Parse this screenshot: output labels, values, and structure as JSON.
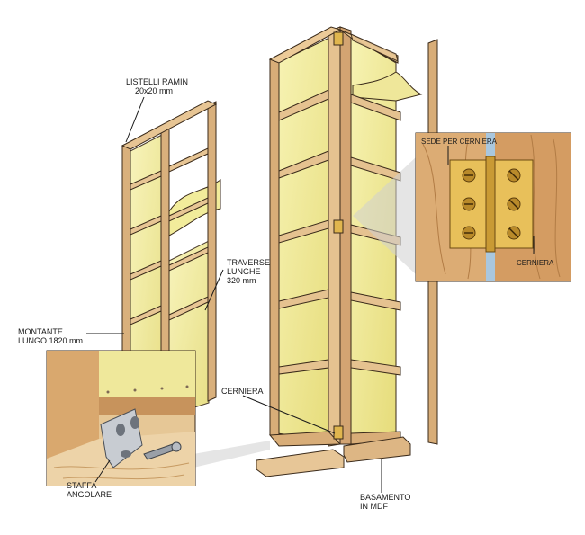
{
  "labels": {
    "listelli": {
      "line1": "LISTELLI RAMIN",
      "line2": "20x20 mm"
    },
    "traverse": {
      "line1": "TRAVERSE",
      "line2": "LUNGHE",
      "line3": "320 mm"
    },
    "montante": {
      "line1": "MONTANTE",
      "line2": "LUNGO 1820 mm"
    },
    "staffa": {
      "line1": "STAFFA",
      "line2": "ANGOLARE"
    },
    "cerniera_lower": "CERNIERA",
    "basamento": {
      "line1": "BASAMENTO",
      "line2": "IN MDF"
    },
    "sede": "SEDE PER CERNIERA",
    "cerniera_inset": "CERNIERA"
  },
  "colors": {
    "wood": "#e8c79a",
    "wood_dark": "#c9955e",
    "glass": "#f3ee9c",
    "glass_dark": "#e3d870",
    "hinge": "#e2b84f",
    "steel": "#c9ccd1",
    "outline": "#3a2a1a"
  }
}
